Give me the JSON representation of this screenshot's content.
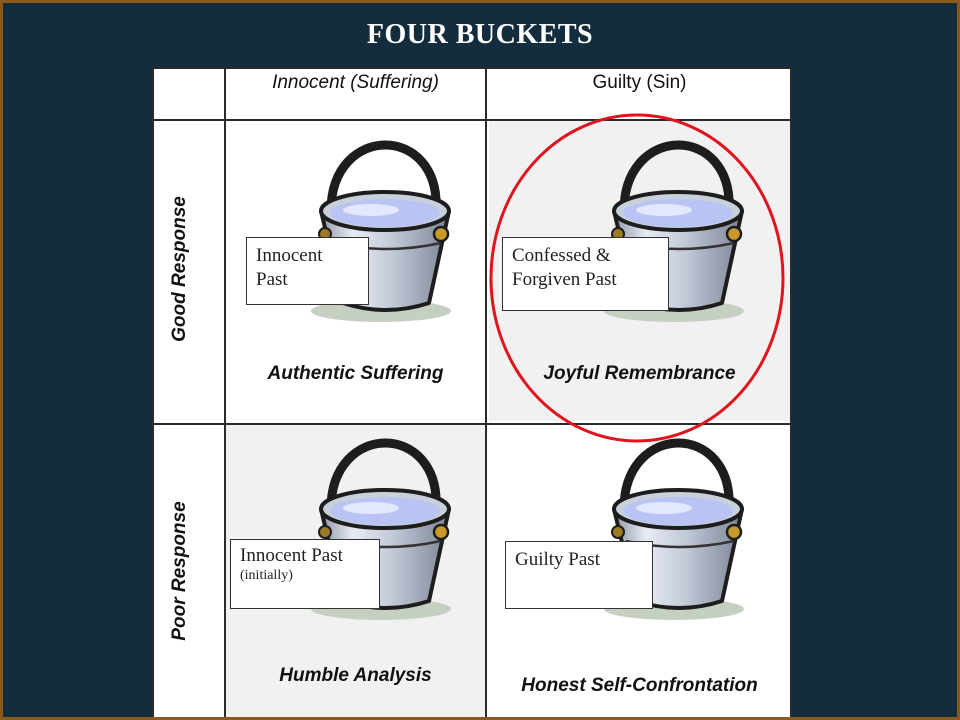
{
  "title": "FOUR BUCKETS",
  "columns": [
    {
      "label": "Innocent (Suffering)"
    },
    {
      "label": "Guilty (Sin)"
    }
  ],
  "rows": [
    {
      "label": "Good Response"
    },
    {
      "label": "Poor Response"
    }
  ],
  "cells": {
    "innocent_good": {
      "note_line1": "Innocent",
      "note_line2": "Past",
      "caption": "Authentic Suffering"
    },
    "guilty_good": {
      "note_line1": "Confessed &",
      "note_line2": "Forgiven Past",
      "caption": "Joyful Remembrance"
    },
    "innocent_poor": {
      "note_line1": "Innocent Past",
      "note_small": "(initially)",
      "caption": "Humble Analysis"
    },
    "guilty_poor": {
      "note_line1": "Guilty Past",
      "caption": "Honest Self-Confrontation"
    }
  },
  "colors": {
    "background": "#132d3e",
    "border": "#8a5a1e",
    "highlight": "#e0141e",
    "water": "#b9c4f5"
  }
}
